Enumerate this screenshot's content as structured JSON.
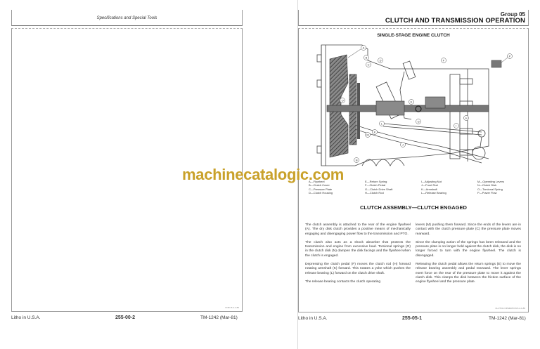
{
  "left_page": {
    "header_title": "Specifications and Special Tools",
    "footer": {
      "left": "Litho in U.S.A.",
      "center": "255-00-2",
      "right": "TM-1242 (Mar-81)"
    },
    "tiny_code": "CN01 8-2-1-86"
  },
  "right_page": {
    "header": {
      "group": "Group 05",
      "title": "CLUTCH AND TRANSMISSION OPERATION"
    },
    "figure_title": "SINGLE-STAGE ENGINE CLUTCH",
    "figure_callouts": [
      "A",
      "B",
      "C",
      "D",
      "E",
      "F",
      "G",
      "H",
      "I",
      "J",
      "K",
      "L",
      "M",
      "N",
      "O",
      "P"
    ],
    "legend": [
      [
        "A—Flywheel",
        "B—Clutch Cover",
        "C—Pressure Plate",
        "D—Clutch Housing"
      ],
      [
        "E—Return Spring",
        "F—Clutch Pedal",
        "G—Clutch Drive Shaft",
        "H—Clutch Rod"
      ],
      [
        "I—Adjusting Nut",
        "J—Front Rod",
        "K—Armshaft",
        "L—Release Bearing"
      ],
      [
        "M—Operating Levers",
        "N—Clutch Disk",
        "O—Torsional Spring",
        "P—Power Flow"
      ]
    ],
    "section_title": "CLUTCH ASSEMBLY—CLUTCH ENGAGED",
    "left_column": [
      "The clutch assembly is attached to the rear of the engine flywheel (A). The dry disk clutch provides a positive means of mechanically engaging and disengaging power flow to the transmission and PTO.",
      "The clutch also acts as a shock absorber that protects the transmission and engine from excessive load. Torsional springs (O) in the clutch disk (N) dampen the disk facings and the flywheel when the clutch is engaged.",
      "Depressing the clutch pedal (F) moves the clutch rod (H) forward rotating armshaft (K) forward. This rotates a yoke which pushes the release bearing (L) forward on the clutch drive shaft.",
      "The release bearing contacts the clutch operating"
    ],
    "right_column": [
      "levers (M) pushing them forward. Since the ends of the levers are in contact with the clutch pressure plate (C) the pressure plate moves rearward.",
      "Since the clamping action of the springs has been released and the pressure plate is no longer held against the clutch disk, the disk is no longer forced to turn with the engine flywheel. The clutch is disengaged.",
      "Releasing the clutch pedal allows the return springs (E) to move the release bearing assembly and pedal rearward. The lever springs exert force on the rear of the pressure plate to move it against the clutch disk. This clamps the disk between the friction surface of the engine flywheel and the pressure plate."
    ],
    "footer": {
      "left": "Litho in U.S.A.",
      "center": "255-05-1",
      "right": "TM-1242 (Mar-81)"
    },
    "tiny_code": "CLUTCH OPERATION 8-2-1-86"
  },
  "watermark": "machinecatalogic.com",
  "colors": {
    "watermark": "#c9a12a",
    "hatch": "#555555",
    "line": "#444444"
  }
}
